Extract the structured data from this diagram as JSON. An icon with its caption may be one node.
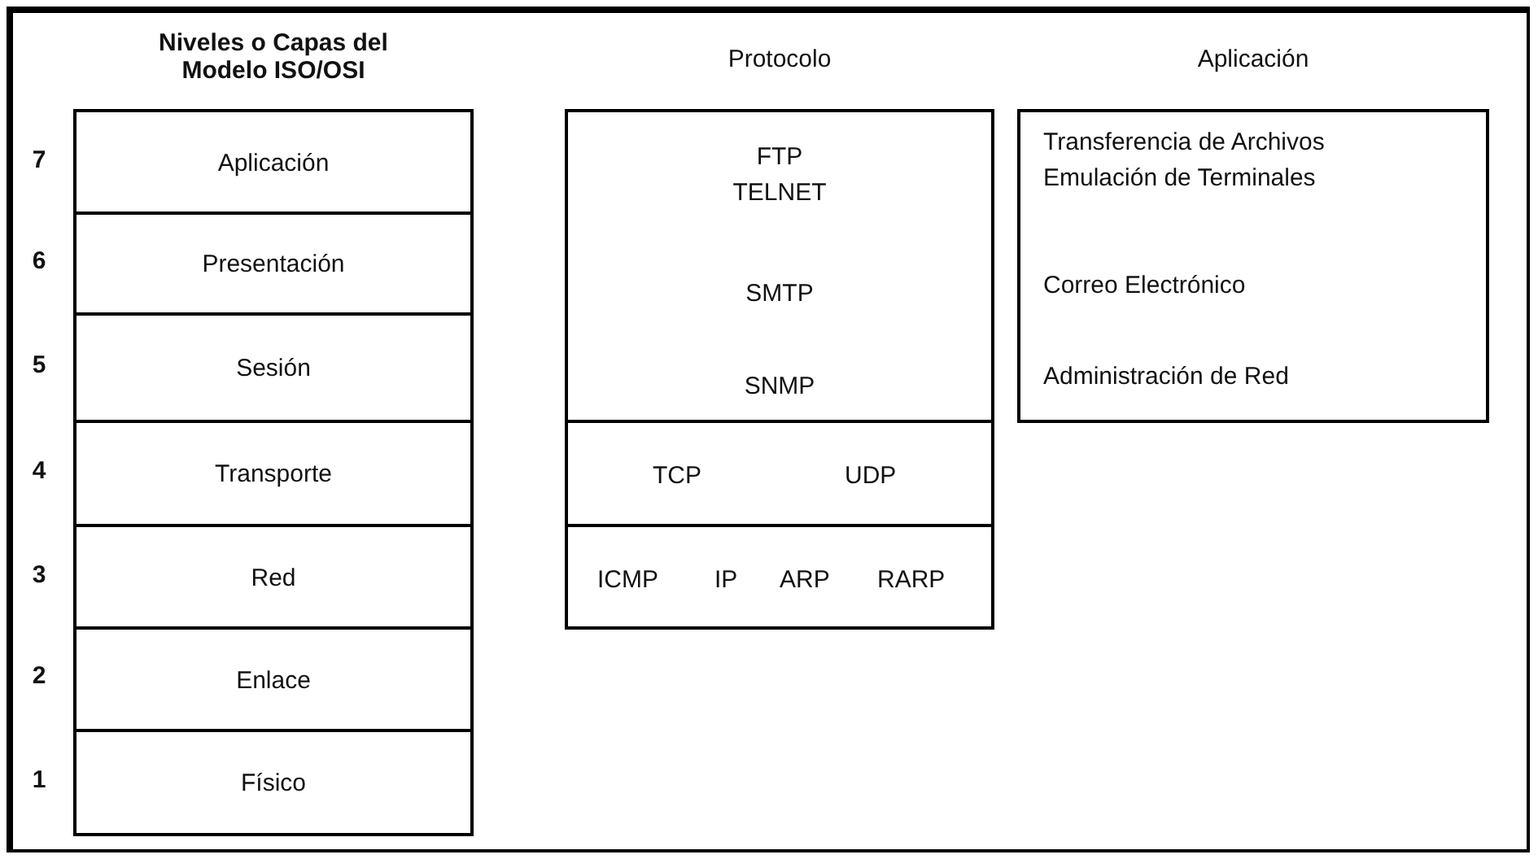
{
  "diagram": {
    "nodes": [
      {
        "text": [
          "Aplicación"
        ]
      },
      {
        "text": [
          "Presentación"
        ]
      },
      {
        "text": [
          "Sesión"
        ]
      },
      {
        "text": [
          "Transporte"
        ]
      },
      {
        "text": [
          "Red"
        ]
      },
      {
        "text": [
          "Enlace"
        ]
      },
      {
        "text": [
          "Físico"
        ]
      },
      {
        "text": [
          "FTP",
          "TELNET",
          "SMTP",
          "SNMP"
        ]
      },
      {
        "text": [
          "TCP",
          "UDP"
        ]
      },
      {
        "text": [
          "ICMP",
          "IP",
          "ARP",
          "RARP"
        ]
      },
      {
        "text": [
          "Transferencia de Archivos",
          "Emulación de Terminales",
          "Correo Electrónico",
          "Administración de Red"
        ]
      }
    ],
    "edges": [],
    "labels": [
      "Niveles o Capas del Modelo ISO/OSI",
      "Protocolo",
      "Aplicación",
      "7",
      "6",
      "5",
      "4",
      "3",
      "2",
      "1"
    ]
  }
}
